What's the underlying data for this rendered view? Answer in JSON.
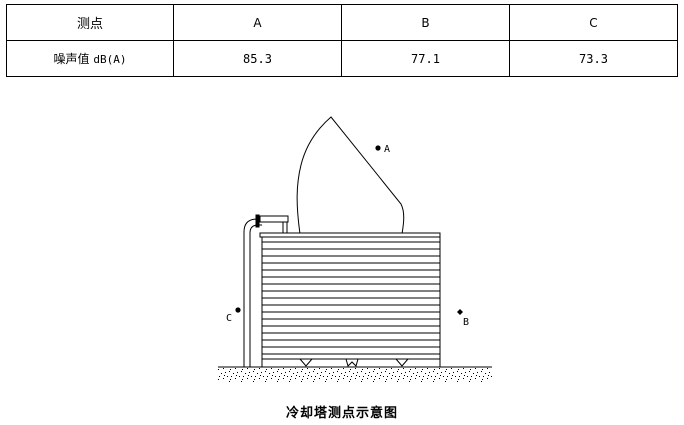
{
  "table": {
    "header": [
      "测点",
      "A",
      "B",
      "C"
    ],
    "row_label": "噪声值",
    "row_unit": "dB(A)",
    "values": [
      "85.3",
      "77.1",
      "73.3"
    ]
  },
  "diagram": {
    "points": {
      "a": "A",
      "b": "B",
      "c": "C"
    }
  },
  "caption": "冷却塔测点示意图"
}
